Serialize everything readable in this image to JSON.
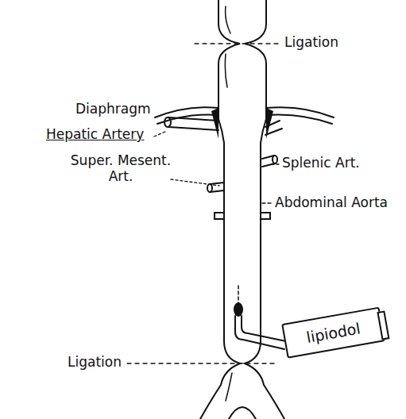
{
  "diagram": {
    "nodes": [
      {
        "text": [
          "lipiodol"
        ]
      }
    ],
    "labels": [
      "Ligation",
      "Diaphragm",
      "Hepatic Artery",
      "Super. Mesent. Art.",
      "Splenic Art.",
      "Abdominal Aorta",
      "Ligation"
    ]
  }
}
